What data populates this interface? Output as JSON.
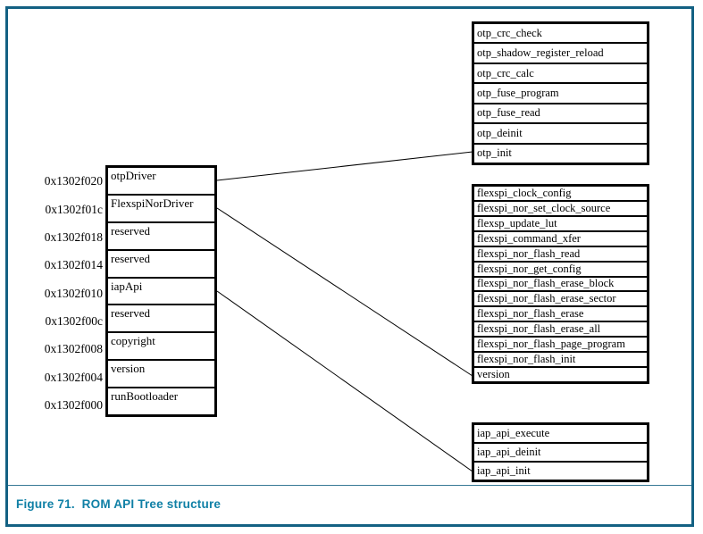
{
  "figure": {
    "caption": "Figure 71.  ROM API Tree structure"
  },
  "colors": {
    "frame": "#136183",
    "caption_text": "#1080a6",
    "box_border": "#000000",
    "connector": "#000000"
  },
  "rom_table": {
    "rows": [
      {
        "address": "0x1302f020",
        "label": "otpDriver"
      },
      {
        "address": "0x1302f01c",
        "label": "FlexspiNorDriver"
      },
      {
        "address": "0x1302f018",
        "label": "reserved"
      },
      {
        "address": "0x1302f014",
        "label": "reserved"
      },
      {
        "address": "0x1302f010",
        "label": "iapApi"
      },
      {
        "address": "0x1302f00c",
        "label": "reserved"
      },
      {
        "address": "0x1302f008",
        "label": "copyright"
      },
      {
        "address": "0x1302f004",
        "label": "version"
      },
      {
        "address": "0x1302f000",
        "label": "runBootloader"
      }
    ]
  },
  "otp_driver_table": {
    "items": [
      "otp_crc_check",
      "otp_shadow_register_reload",
      "otp_crc_calc",
      "otp_fuse_program",
      "otp_fuse_read",
      "otp_deinit",
      "otp_init"
    ]
  },
  "flexspi_driver_table": {
    "items": [
      "flexspi_clock_config",
      "flexspi_nor_set_clock_source",
      "flexsp_update_lut",
      "flexspi_command_xfer",
      "flexspi_nor_flash_read",
      "flexspi_nor_get_config",
      "flexspi_nor_flash_erase_block",
      "flexspi_nor_flash_erase_sector",
      "flexspi_nor_flash_erase",
      "flexspi_nor_flash_erase_all",
      "flexspi_nor_flash_page_program",
      "flexspi_nor_flash_init",
      "version"
    ]
  },
  "iap_api_table": {
    "items": [
      "iap_api_execute",
      "iap_api_deinit",
      "iap_api_init"
    ]
  },
  "connections": [
    {
      "from": "otpDriver",
      "to": "otp_driver_table"
    },
    {
      "from": "FlexspiNorDriver",
      "to": "flexspi_driver_table"
    },
    {
      "from": "iapApi",
      "to": "iap_api_table"
    }
  ]
}
